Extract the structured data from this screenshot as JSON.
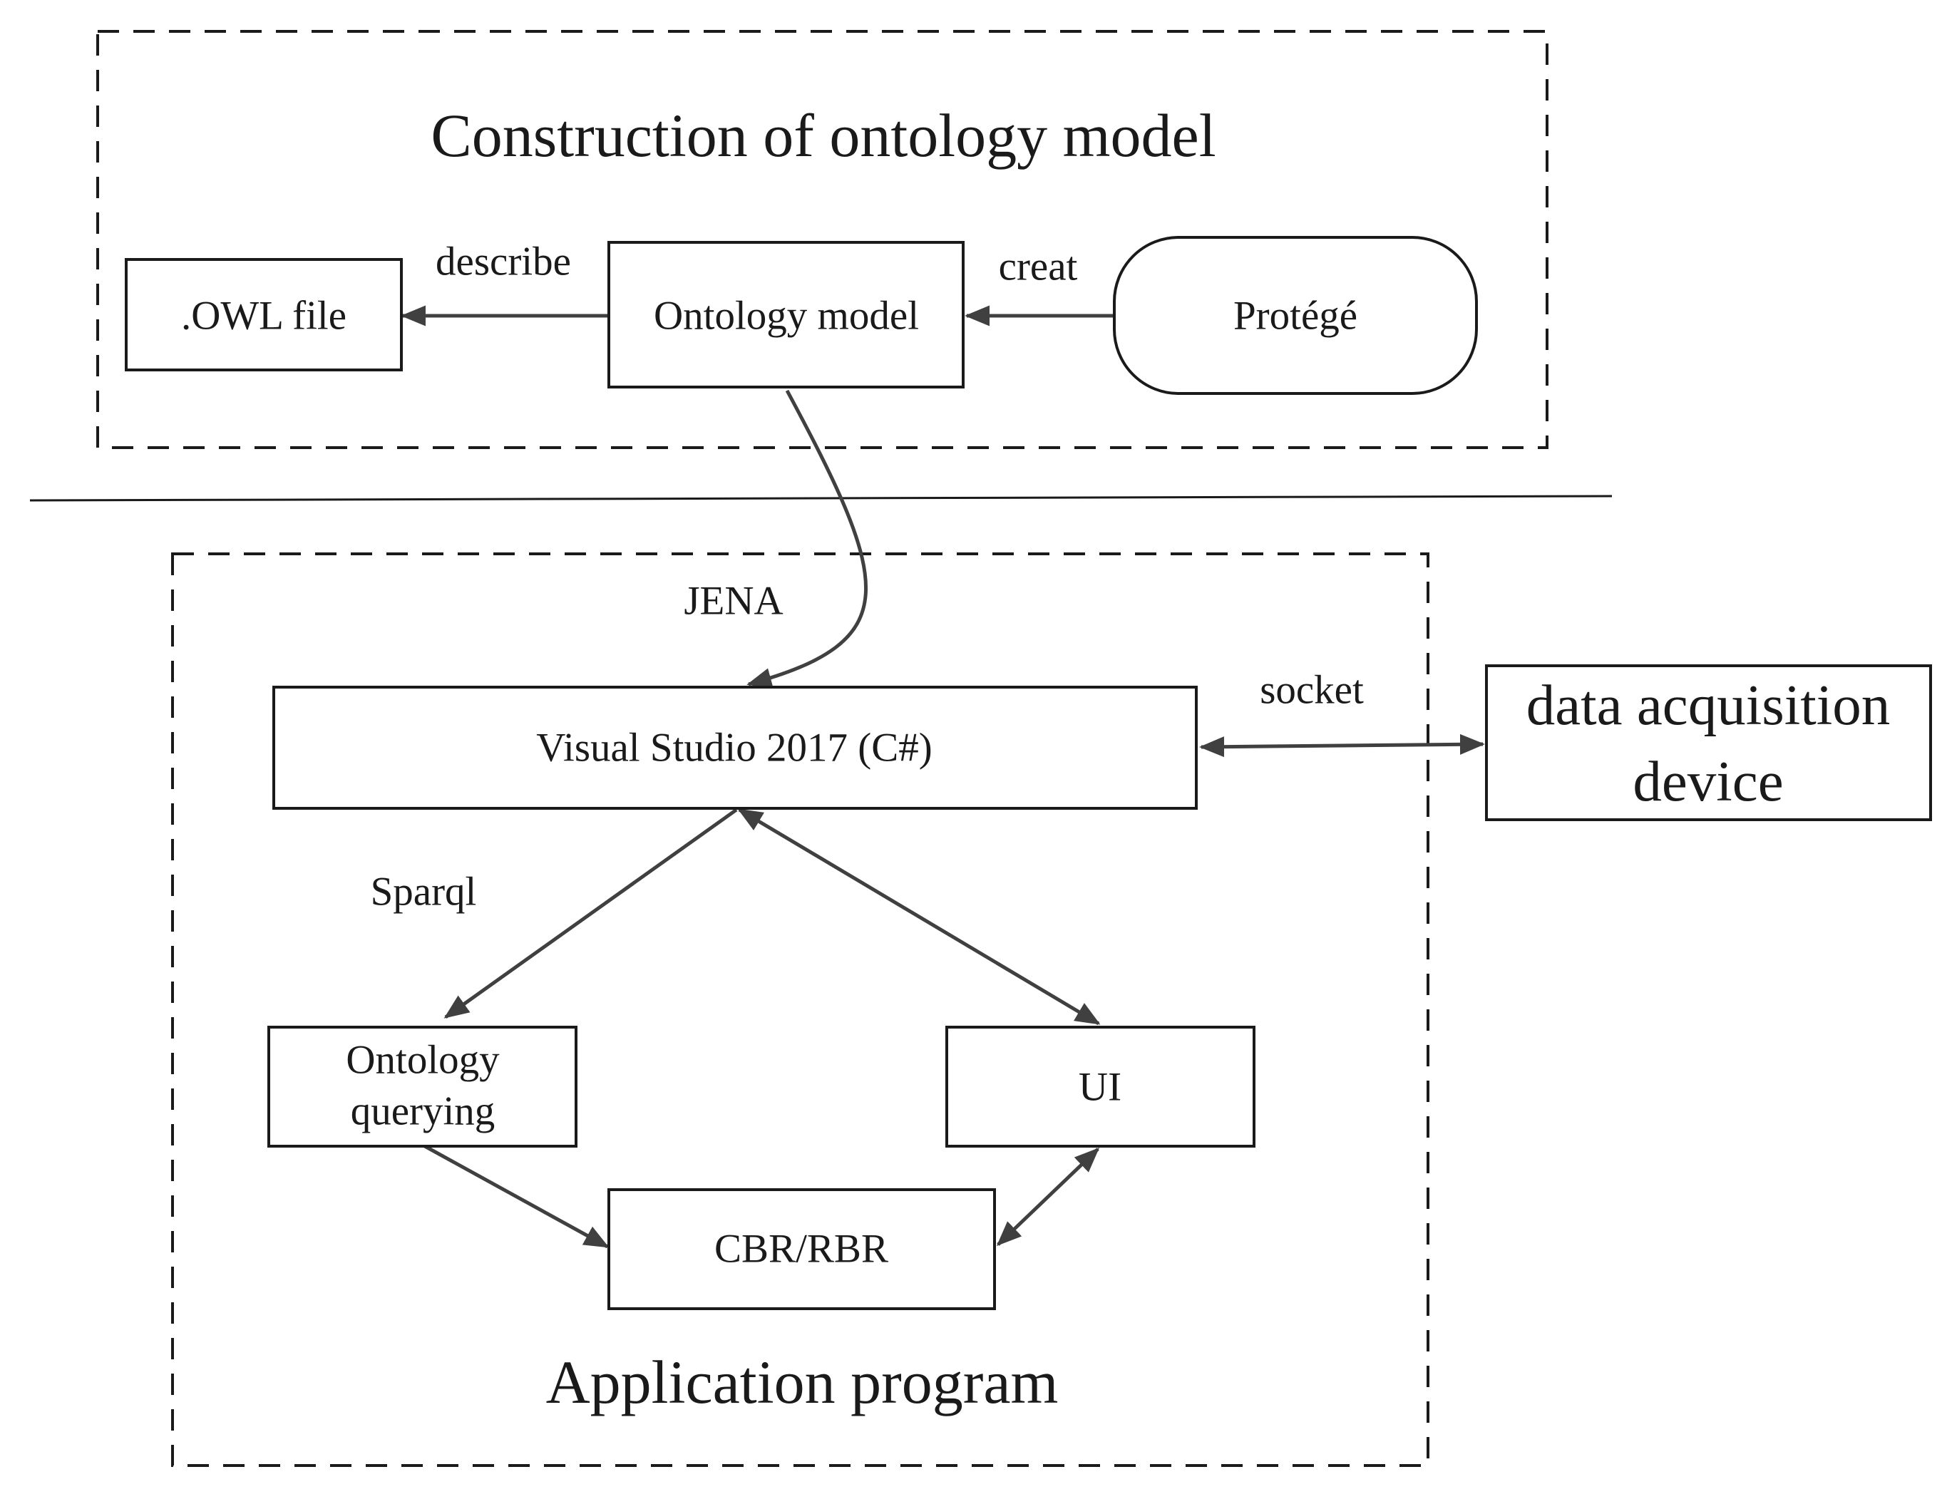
{
  "groups": {
    "ontology_construction": {
      "title": "Construction of ontology model"
    },
    "application": {
      "title": "Application program"
    }
  },
  "nodes": {
    "owl_file": {
      "label": ".OWL file"
    },
    "ontology_model": {
      "label": "Ontology model"
    },
    "protege": {
      "label": "Protégé"
    },
    "visual_studio": {
      "label": "Visual Studio 2017 (C#)"
    },
    "data_device": {
      "line1": "data acquisition",
      "line2": "device"
    },
    "ontology_querying": {
      "line1": "Ontology",
      "line2": "querying"
    },
    "ui": {
      "label": "UI"
    },
    "cbr_rbr": {
      "label": "CBR/RBR"
    }
  },
  "edges": {
    "describe": {
      "label": "describe"
    },
    "creat": {
      "label": "creat"
    },
    "jena": {
      "label": "JENA"
    },
    "socket": {
      "label": "socket"
    },
    "sparql": {
      "label": "Sparql"
    }
  },
  "colors": {
    "stroke": "#1a1a1a",
    "edge": "#404040",
    "background": "#ffffff"
  }
}
